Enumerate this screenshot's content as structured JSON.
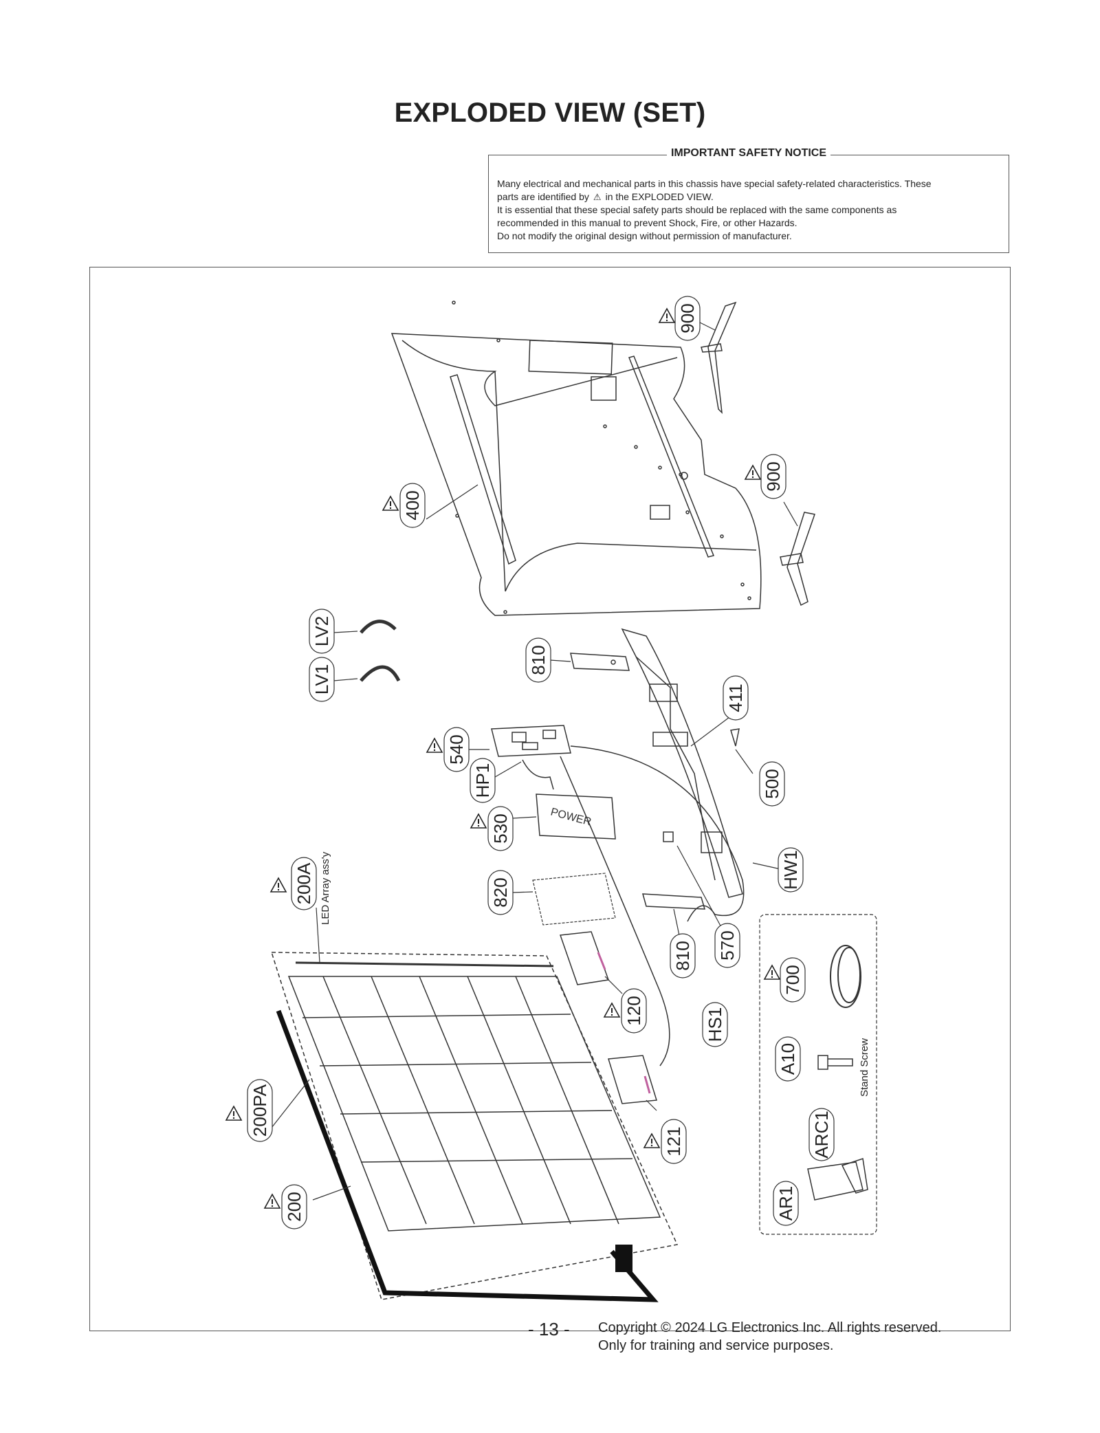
{
  "title": "EXPLODED VIEW (SET)",
  "notice": {
    "heading": "IMPORTANT SAFETY NOTICE",
    "line1": "Many electrical and mechanical parts in this chassis have special safety-related characteristics. These",
    "line2a": "parts are identified by",
    "line2b": "in the EXPLODED VIEW.",
    "line3": "It is essential that these special safety parts should be replaced with the same components as",
    "line4": "recommended in this manual to prevent Shock, Fire, or other Hazards.",
    "line5": "Do not modify the original design without permission of manufacturer."
  },
  "parts": {
    "p900a": "900",
    "p900b": "900",
    "p400": "400",
    "pLV2": "LV2",
    "pLV1": "LV1",
    "p810a": "810",
    "p411": "411",
    "p540": "540",
    "pHP1": "HP1",
    "p500": "500",
    "p530": "530",
    "pHW1": "HW1",
    "p200A": "200A",
    "p820": "820",
    "p810b": "810",
    "p570": "570",
    "p700": "700",
    "p120": "120",
    "pHS1": "HS1",
    "pA10": "A10",
    "p200PA": "200PA",
    "p121": "121",
    "pARC1": "ARC1",
    "p200": "200",
    "pAR1": "AR1"
  },
  "annotations": {
    "led_array": "LED Array ass'y",
    "stand_screw": "Stand Screw"
  },
  "footer": {
    "page": "- 13 -",
    "copyright": "Copyright © 2024 LG Electronics Inc. All rights reserved.",
    "training": "Only for training and service purposes."
  }
}
